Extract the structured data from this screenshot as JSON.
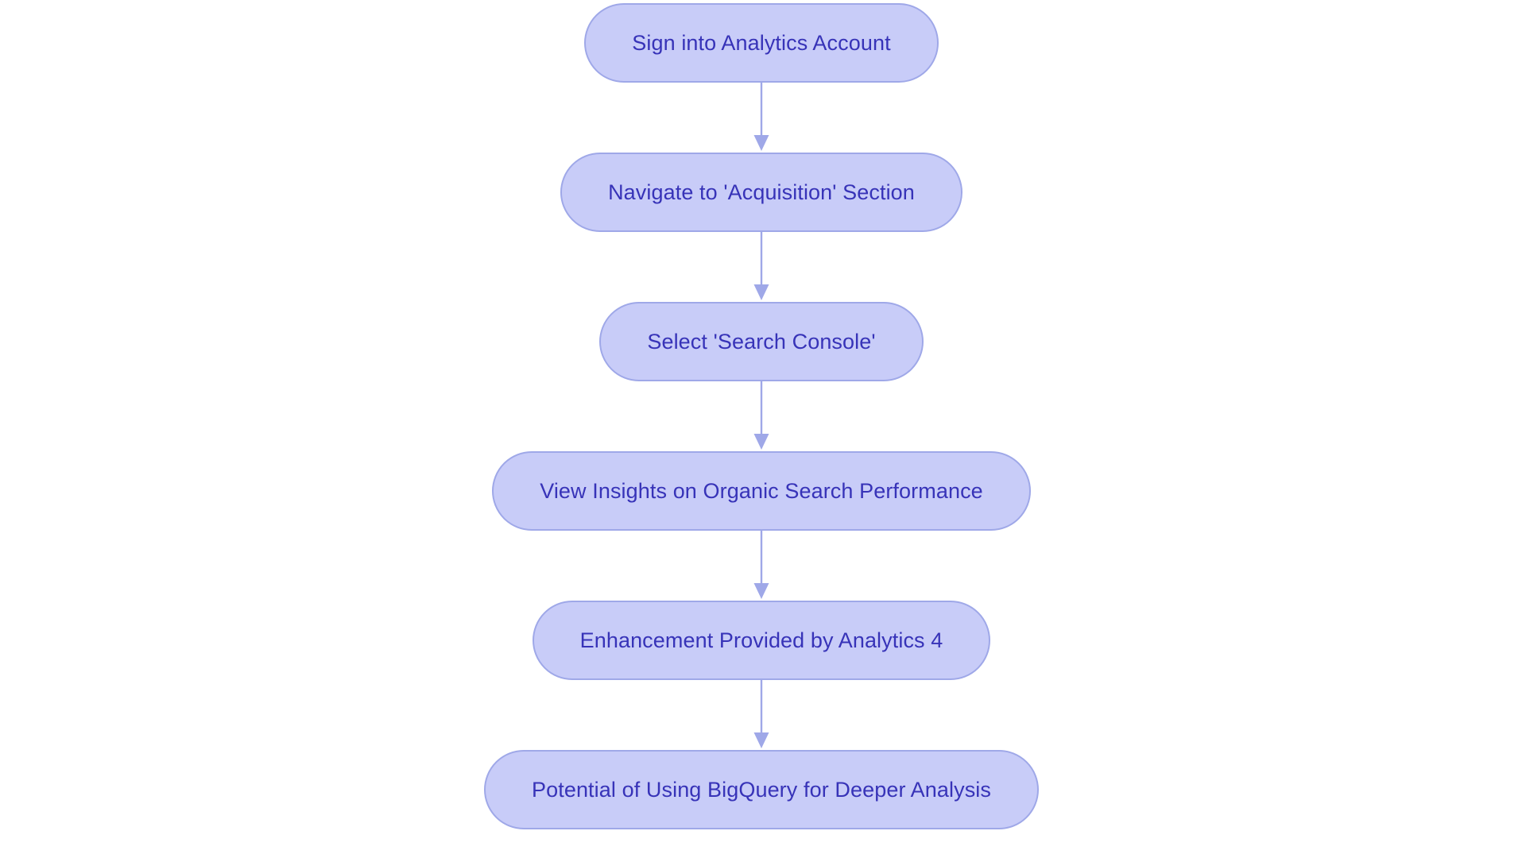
{
  "diagram": {
    "type": "flowchart",
    "orientation": "top-to-bottom",
    "background_color": "#ffffff",
    "node_fill_color": "#c8ccf8",
    "node_border_color": "#9fa8e8",
    "node_text_color": "#3733b8",
    "connector_color": "#9fa8e8",
    "connector_icon": "down-arrow-icon",
    "node_count": 6,
    "nodes": [
      {
        "id": "node-1",
        "label": "Sign into Analytics Account",
        "order": 1
      },
      {
        "id": "node-2",
        "label": "Navigate to 'Acquisition' Section",
        "order": 2
      },
      {
        "id": "node-3",
        "label": "Select 'Search Console'",
        "order": 3
      },
      {
        "id": "node-4",
        "label": "View Insights on Organic Search Performance",
        "order": 4
      },
      {
        "id": "node-5",
        "label": "Enhancement Provided by Analytics 4",
        "order": 5
      },
      {
        "id": "node-6",
        "label": "Potential of Using BigQuery for Deeper Analysis",
        "order": 6
      }
    ],
    "edges": [
      {
        "id": "edge-1",
        "from": "node-1",
        "to": "node-2"
      },
      {
        "id": "edge-2",
        "from": "node-2",
        "to": "node-3"
      },
      {
        "id": "edge-3",
        "from": "node-3",
        "to": "node-4"
      },
      {
        "id": "edge-4",
        "from": "node-4",
        "to": "node-5"
      },
      {
        "id": "edge-5",
        "from": "node-5",
        "to": "node-6"
      }
    ]
  }
}
